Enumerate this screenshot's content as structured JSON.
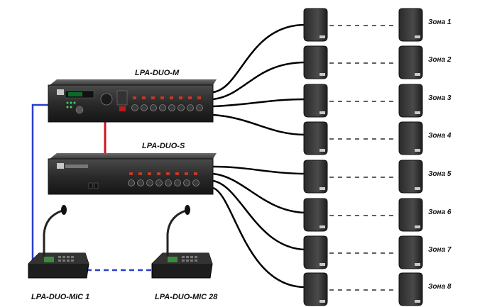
{
  "devices": {
    "amplifier_main": {
      "label": "LPA-DUO-M"
    },
    "amplifier_slave": {
      "label": "LPA-DUO-S"
    },
    "mic_console_1": {
      "label": "LPA-DUO-MIC  1"
    },
    "mic_console_2": {
      "label": "LPA-DUO-MIC  28"
    }
  },
  "zones": [
    {
      "label": "Зона 1"
    },
    {
      "label": "Зона 2"
    },
    {
      "label": "Зона 3"
    },
    {
      "label": "Зона 4"
    },
    {
      "label": "Зона 5"
    },
    {
      "label": "Зона 6"
    },
    {
      "label": "Зона 7"
    },
    {
      "label": "Зона 8"
    }
  ],
  "colors": {
    "mic_link": "#2a3fc9",
    "amp_link": "#d0141c",
    "speaker_cable": "#000000",
    "device_body": "#222222"
  }
}
